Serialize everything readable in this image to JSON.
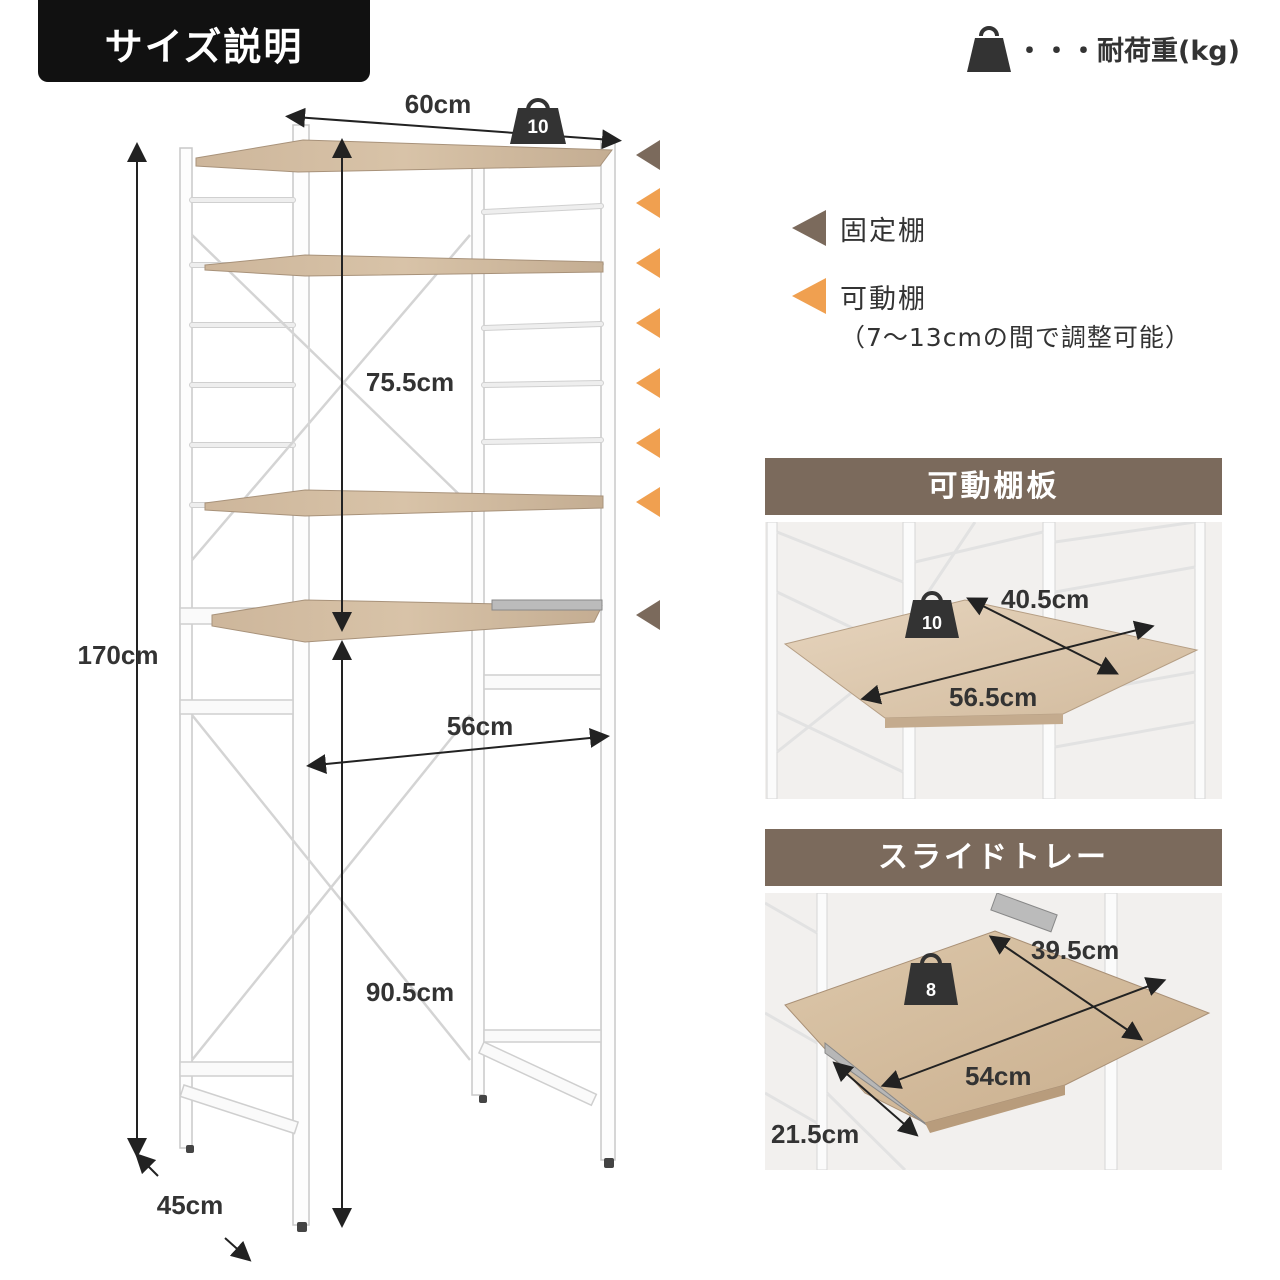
{
  "header": {
    "title": "サイズ説明"
  },
  "weight_key": {
    "label": "・・・耐荷重(kg)",
    "icon": "weight-icon"
  },
  "legend": {
    "fixed": {
      "label": "固定棚",
      "color": "#7b6a5c"
    },
    "movable": {
      "label": "可動棚",
      "note": "（7～13cmの間で調整可能）",
      "color": "#f0a050"
    }
  },
  "main_rack": {
    "width": "60cm",
    "height": "170cm",
    "depth": "45cm",
    "upper_clearance": "75.5cm",
    "lower_clearance": "90.5cm",
    "inner_width": "56cm",
    "top_load": "10"
  },
  "shelf_panel": {
    "title": "可動棚板",
    "depth": "40.5cm",
    "width": "56.5cm",
    "load": "10"
  },
  "tray_panel": {
    "title": "スライドトレー",
    "depth": "39.5cm",
    "width": "54cm",
    "slide": "21.5cm",
    "load": "8"
  }
}
